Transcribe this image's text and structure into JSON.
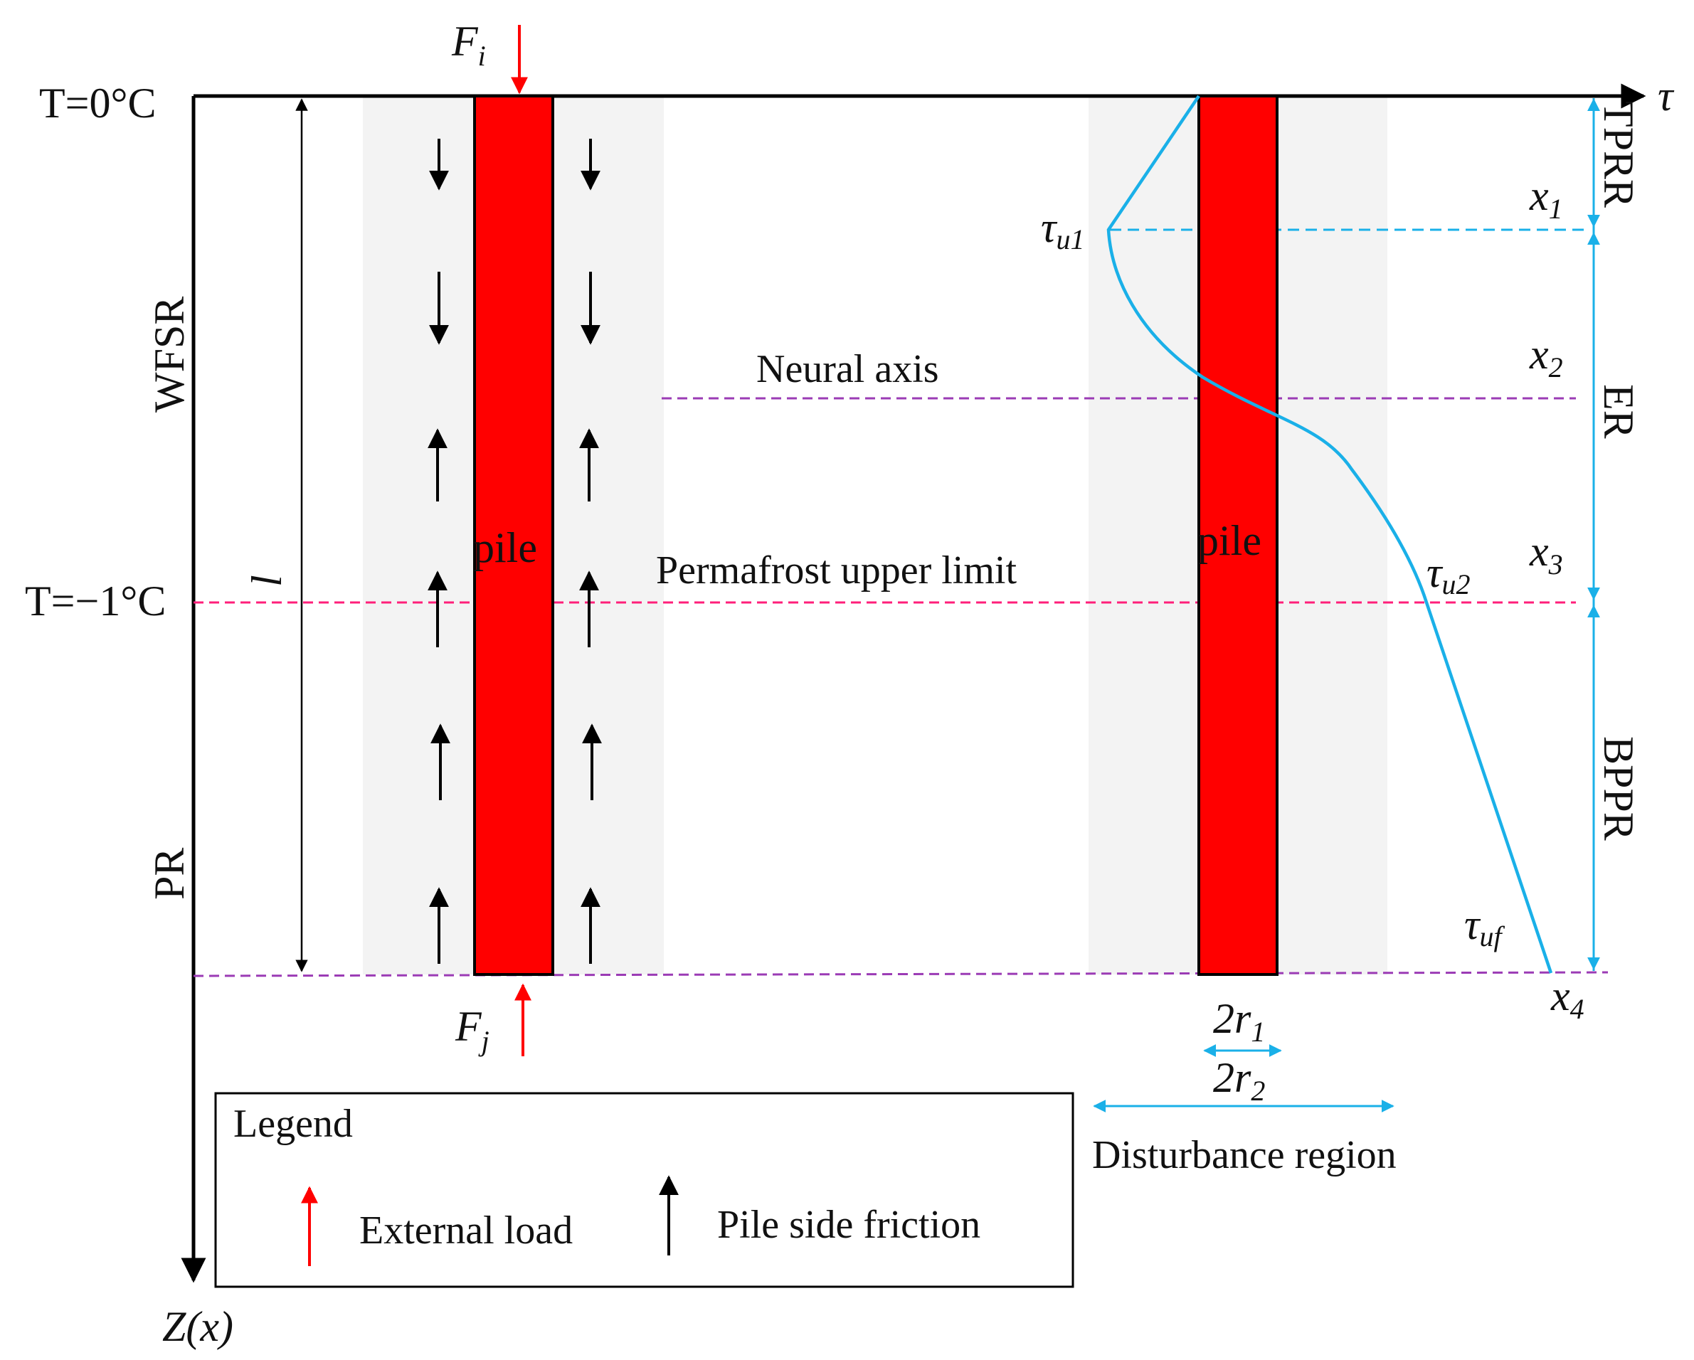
{
  "labels": {
    "t0": "T=0°C",
    "tm1": "T=−1°C",
    "tau_axis": "τ",
    "z_axis": "Z(x)",
    "wfsr": "WFSR",
    "pr": "PR",
    "l": "l",
    "fi_main": "F",
    "fi_sub": "i",
    "fj_main": "F",
    "fj_sub": "j",
    "pile_left": "pile",
    "pile_right": "pile",
    "neutral_axis": "Neural axis",
    "permafrost_upper_limit": "Permafrost upper limit",
    "tau_u1_main": "τ",
    "tau_u1_sub": "u1",
    "tau_u2_main": "τ",
    "tau_u2_sub": "u2",
    "tau_uf_main": "τ",
    "tau_uf_sub": "uf",
    "x1_main": "x",
    "x1_sub": "1",
    "x2_main": "x",
    "x2_sub": "2",
    "x3_main": "x",
    "x3_sub": "3",
    "x4_main": "x",
    "x4_sub": "4",
    "tprr": "TPRR",
    "er": "ER",
    "bppr": "BPPR",
    "r1_main": "2r",
    "r1_sub": "1",
    "r2_main": "2r",
    "r2_sub": "2",
    "disturbance_region": "Disturbance region"
  },
  "legend": {
    "title": "Legend",
    "external_load": "External load",
    "pile_side_friction": "Pile side friction"
  },
  "colors": {
    "pile_fill": "#ff0000",
    "external_load": "#ff0000",
    "friction": "#000000",
    "shear_curve": "#1ab0e8",
    "purple_dash": "#9b3bb5",
    "pink_dash": "#ff1f7a",
    "disturbance_band": "#f3f3f3"
  }
}
